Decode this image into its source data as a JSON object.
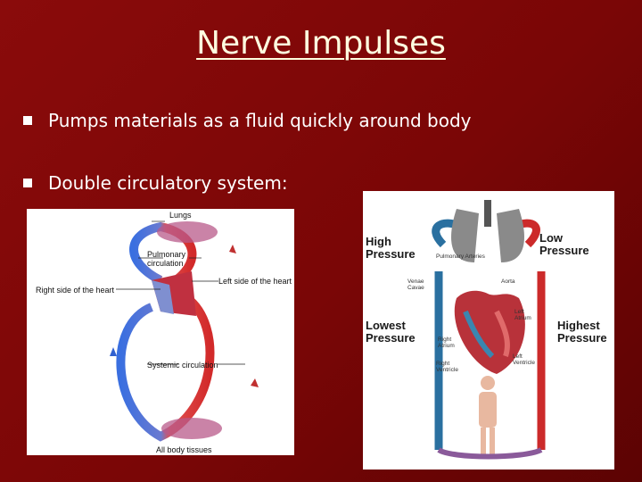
{
  "slide": {
    "title": "Nerve Impulses",
    "bullets": [
      "Pumps materials as a fluid quickly around body",
      "Double circulatory system:"
    ]
  },
  "left_diagram": {
    "labels": {
      "lungs": "Lungs",
      "pulmonary": "Pulmonary\ncirculation",
      "left_heart": "Left side of the heart",
      "right_heart": "Right side of the heart",
      "systemic": "Systemic circulation",
      "tissues": "All body tissues"
    }
  },
  "right_diagram": {
    "labels": {
      "high": "High\nPressure",
      "low": "Low\nPressure",
      "lowest": "Lowest\nPressure",
      "highest": "Highest\nPressure",
      "pulmonary_arteries": "Pulmonary Arteries",
      "venae_cavae": "Venae\nCavae",
      "aorta": "Aorta",
      "left_atrium": "Left\nAtrium",
      "right_atrium": "Right\nAtrium",
      "right_ventricle": "Right\nVentricle",
      "left_ventricle": "Left\nVentricle"
    }
  },
  "colors": {
    "background": "#7a0606",
    "title": "#ffffe0",
    "oxygenated": "#d42a2a",
    "deoxygenated": "#2a5fd4"
  }
}
